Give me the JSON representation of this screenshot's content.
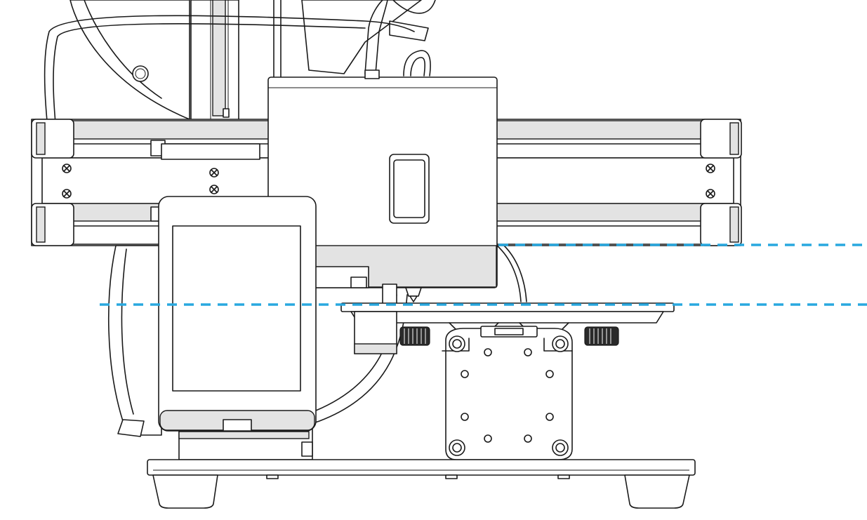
{
  "colors": {
    "stroke": "#1a1a1a",
    "shade": "#e3e3e3",
    "dark": "#2a2a2a",
    "guide": "#29a8df",
    "background": "#ffffff"
  },
  "guides": [
    {
      "name": "nozzle-level-guide",
      "style": "dashed"
    },
    {
      "name": "bed-level-guide",
      "style": "dashed"
    }
  ]
}
